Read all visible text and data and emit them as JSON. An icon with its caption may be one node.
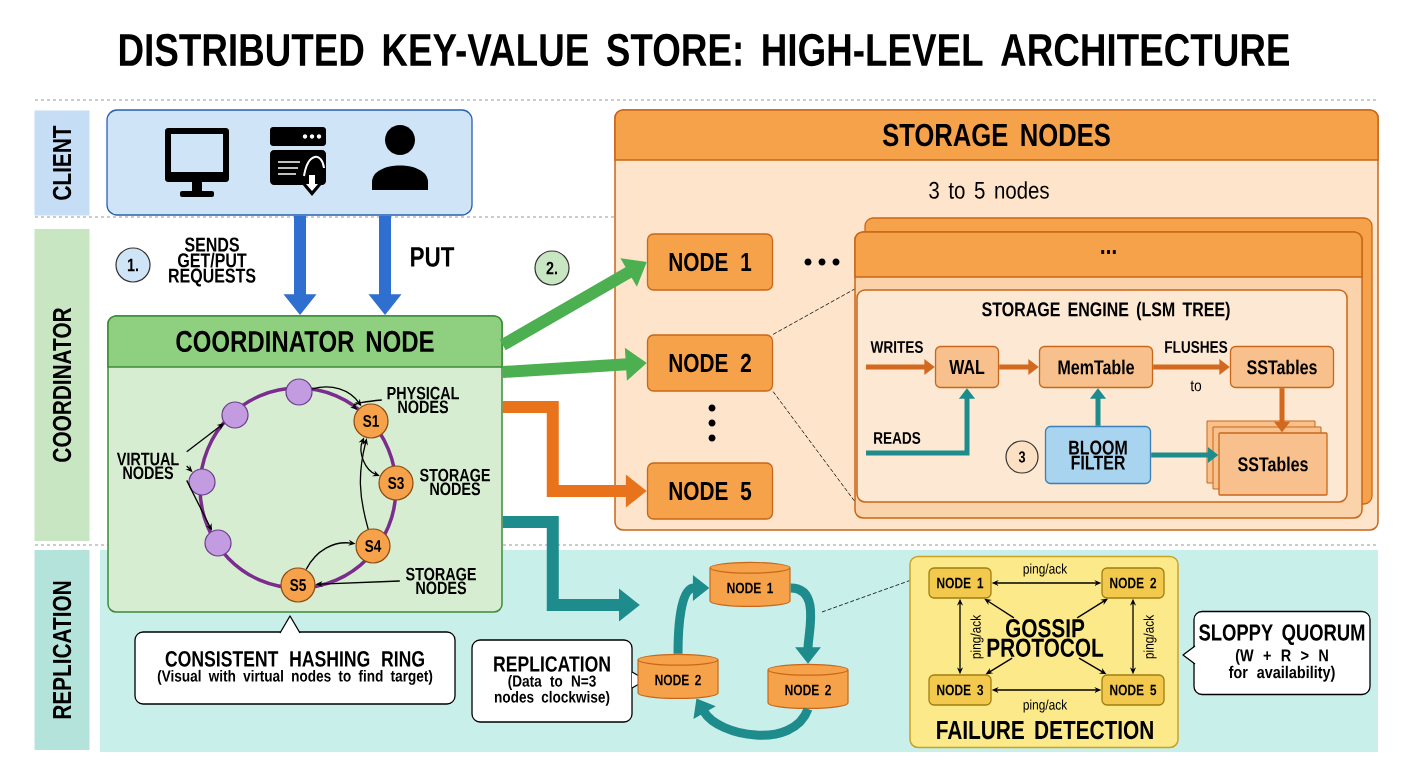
{
  "diagram": {
    "title": "DISTRIBUTED KEY-VALUE STORE: HIGH-LEVEL ARCHITECTURE",
    "nodes": [
      {
        "text": [
          "CLIENT"
        ]
      },
      {
        "text": [
          "COORDINATOR"
        ]
      },
      {
        "text": [
          "REPLICATION"
        ]
      },
      {
        "text": [],
        "shape": "box"
      },
      {
        "text": [
          "1."
        ]
      },
      {
        "text": [
          "COORDINATOR NODE"
        ]
      },
      {
        "text": [],
        "shape": "circle",
        "in": 5
      },
      {
        "text": [],
        "shape": "circle",
        "in": 5
      },
      {
        "text": [],
        "shape": "circle",
        "in": 5
      },
      {
        "text": [],
        "shape": "circle",
        "in": 5
      },
      {
        "text": [
          "S1"
        ],
        "in": 5
      },
      {
        "text": [
          "S3"
        ],
        "in": 5
      },
      {
        "text": [
          "S4"
        ],
        "in": 5
      },
      {
        "text": [
          "S5"
        ],
        "in": 5
      },
      {
        "text": [
          "PHYSICAL NODES"
        ],
        "in": 5
      },
      {
        "text": [
          "VIRTUAL NODES"
        ],
        "in": 5
      },
      {
        "text": [
          "STORAGE NODES"
        ],
        "in": 5
      },
      {
        "text": [
          "CONSISTENT HASHING RING",
          "(Visual with virtual nodes to find target)"
        ]
      },
      {
        "text": [
          "2."
        ]
      },
      {
        "text": [
          "STORAGE NODES",
          "3 to 5 nodes"
        ]
      },
      {
        "text": [
          "NODE 1"
        ],
        "in": 19
      },
      {
        "text": [
          "NODE 2"
        ],
        "in": 19
      },
      {
        "text": [
          "NODE 5"
        ],
        "in": 19
      },
      {
        "text": [
          "..."
        ],
        "in": 19
      },
      {
        "text": [
          "STORAGE ENGINE (LSM TREE)"
        ],
        "in": 23
      },
      {
        "text": [
          "WAL"
        ],
        "in": 24
      },
      {
        "text": [
          "MemTable"
        ],
        "in": 24
      },
      {
        "text": [
          "SSTables"
        ],
        "in": 24
      },
      {
        "text": [
          "BLOOM FILTER"
        ],
        "in": 24
      },
      {
        "text": [
          "SSTables"
        ],
        "in": 24
      },
      {
        "text": [
          "3"
        ],
        "in": 24
      },
      {
        "text": [
          "REPLICATION",
          "(Data to N=3 nodes clockwise)"
        ]
      },
      {
        "text": [
          "NODE 1"
        ]
      },
      {
        "text": [
          "NODE 2"
        ]
      },
      {
        "text": [
          "NODE 2"
        ]
      },
      {
        "text": [
          "FAILURE DETECTION"
        ]
      },
      {
        "text": [
          "NODE 1"
        ],
        "in": 35
      },
      {
        "text": [
          "NODE 2"
        ],
        "in": 35
      },
      {
        "text": [
          "NODE 3"
        ],
        "in": 35
      },
      {
        "text": [
          "NODE 5"
        ],
        "in": 35
      },
      {
        "text": [
          "GOSSIP PROTOCOL"
        ],
        "in": 35
      },
      {
        "text": [
          "SLOPPY QUORUM",
          "(W + R > N for availability)"
        ]
      }
    ],
    "edges": [
      {
        "from": 3,
        "to": 5,
        "arrow": "to",
        "label": "SENDS GET/PUT REQUESTS",
        "style": "thick",
        "color": "#2f6fd0"
      },
      {
        "from": 3,
        "to": 5,
        "arrow": "to",
        "label": "PUT",
        "style": "thick",
        "color": "#2f6fd0"
      },
      {
        "from": 5,
        "to": 20,
        "arrow": "to",
        "style": "thick",
        "color": "#4caf50"
      },
      {
        "from": 5,
        "to": 21,
        "arrow": "to",
        "style": "thick",
        "color": "#4caf50"
      },
      {
        "from": 5,
        "to": 22,
        "arrow": "to",
        "style": "thick",
        "color": "#e8731a"
      },
      {
        "from": 5,
        "to": null,
        "arrow": "to",
        "style": "thick",
        "color": "#1e8c8c"
      },
      {
        "from": 6,
        "to": 10,
        "arrow": "to"
      },
      {
        "from": 14,
        "to": 10,
        "arrow": "to"
      },
      {
        "from": 15,
        "to": 7,
        "arrow": "to"
      },
      {
        "from": 15,
        "to": 8,
        "arrow": "to"
      },
      {
        "from": 15,
        "to": 9,
        "arrow": "to"
      },
      {
        "from": 10,
        "to": 11,
        "arrow": "both"
      },
      {
        "from": 12,
        "to": 10,
        "arrow": "to"
      },
      {
        "from": 13,
        "to": 12,
        "arrow": "to"
      },
      {
        "from": 16,
        "to": 13,
        "arrow": "to"
      },
      {
        "from": 21,
        "to": 23,
        "arrow": "none",
        "style": "dashed"
      },
      {
        "from": null,
        "to": 25,
        "arrow": "to",
        "label": "WRITES",
        "style": "thick",
        "color": "#d2691e"
      },
      {
        "from": 25,
        "to": 26,
        "arrow": "to",
        "style": "thick",
        "color": "#d2691e"
      },
      {
        "from": 26,
        "to": 27,
        "arrow": "to",
        "label": "FLUSHES",
        "style": "thick",
        "color": "#d2691e"
      },
      {
        "from": 27,
        "to": 29,
        "arrow": "to",
        "style": "thick",
        "color": "#d2691e"
      },
      {
        "from": null,
        "to": 25,
        "arrow": "to",
        "label": "READS",
        "style": "thick",
        "color": "#1e8c8c"
      },
      {
        "from": 28,
        "to": 26,
        "arrow": "to",
        "style": "thick",
        "color": "#1e8c8c"
      },
      {
        "from": 28,
        "to": 29,
        "arrow": "to",
        "style": "thick",
        "color": "#1e8c8c"
      },
      {
        "from": 33,
        "to": 32,
        "arrow": "to",
        "style": "thick",
        "color": "#1e8c8c"
      },
      {
        "from": 32,
        "to": 34,
        "arrow": "to",
        "style": "thick",
        "color": "#1e8c8c"
      },
      {
        "from": 34,
        "to": 33,
        "arrow": "to",
        "style": "thick",
        "color": "#1e8c8c"
      },
      {
        "from": null,
        "to": 35,
        "arrow": "none",
        "style": "dashed"
      },
      {
        "from": 36,
        "to": 37,
        "arrow": "both",
        "label": "ping/ack"
      },
      {
        "from": 36,
        "to": 38,
        "arrow": "both",
        "label": "ping/ack"
      },
      {
        "from": 37,
        "to": 39,
        "arrow": "both",
        "label": "ping/ack"
      },
      {
        "from": 38,
        "to": 39,
        "arrow": "both",
        "label": "ping/ack"
      },
      {
        "from": 40,
        "to": 36,
        "arrow": "to"
      },
      {
        "from": 40,
        "to": 37,
        "arrow": "to"
      },
      {
        "from": 40,
        "to": 38,
        "arrow": "to"
      },
      {
        "from": 40,
        "to": 39,
        "arrow": "to"
      }
    ],
    "labels": [
      "STORAGE NODES",
      "to"
    ]
  }
}
